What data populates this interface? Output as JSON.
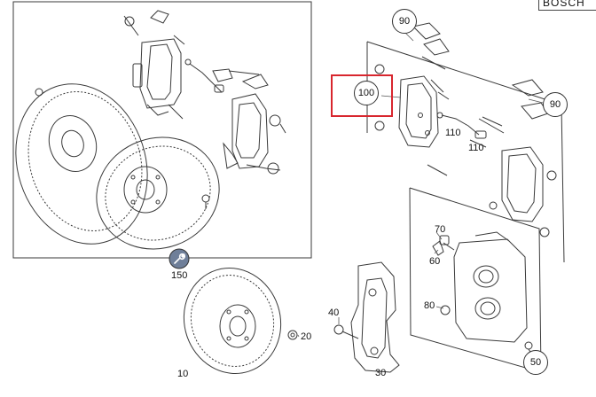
{
  "brand": "BOSCH",
  "callouts": {
    "c90a": "90",
    "c100": "100",
    "c90b": "90",
    "c110a": "110",
    "c110b": "110",
    "c150": "150",
    "c70": "70",
    "c60": "60",
    "c80": "80",
    "c40": "40",
    "c20": "20",
    "c10": "10",
    "c30": "30",
    "c50": "50"
  },
  "highlight_color": "#d8262e",
  "icons": {
    "wrench": "wrench-icon"
  }
}
